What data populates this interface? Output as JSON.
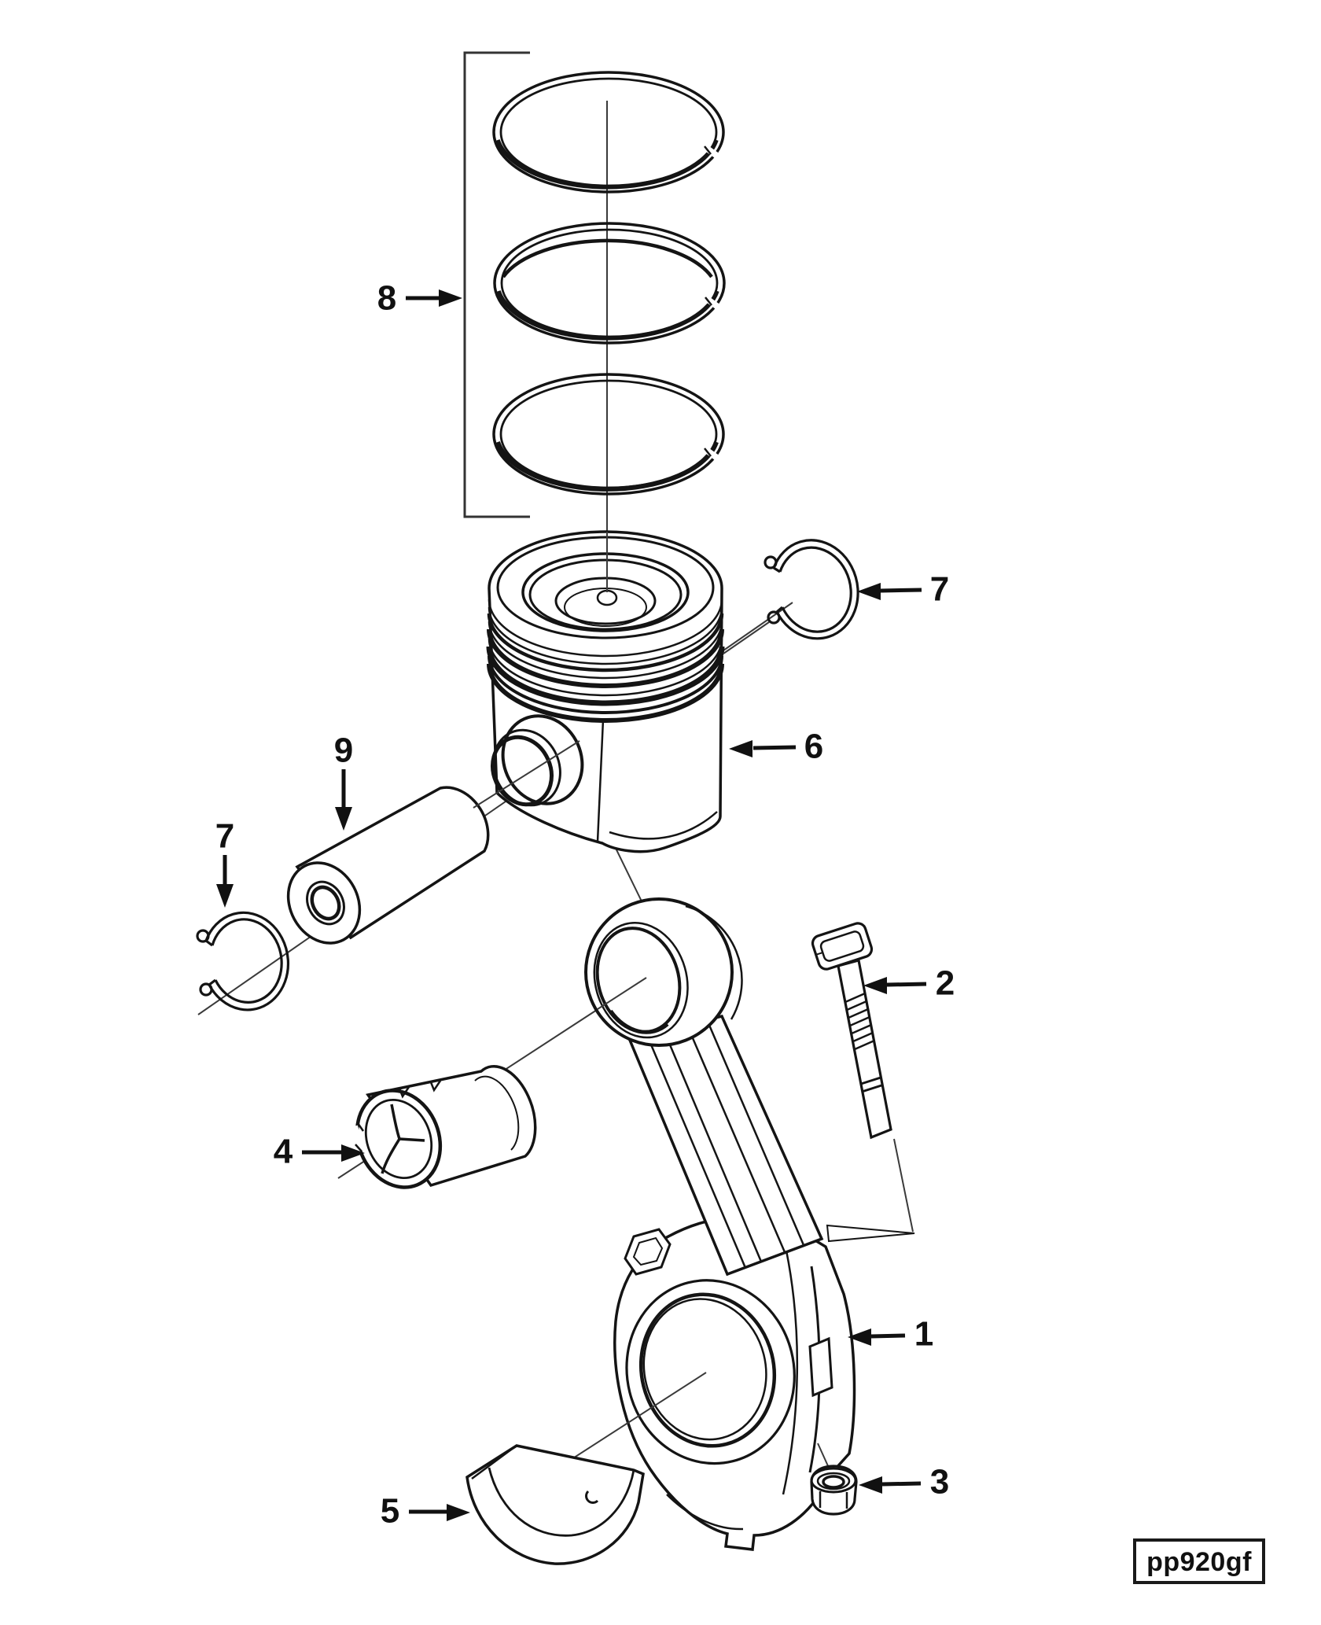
{
  "figure": {
    "code_label": "pp920gf",
    "colors": {
      "ink": "#141414",
      "thin_line": "#3a3a3a",
      "background": "#ffffff"
    }
  },
  "callouts": {
    "c1": {
      "label": "1"
    },
    "c2": {
      "label": "2"
    },
    "c3": {
      "label": "3"
    },
    "c4": {
      "label": "4"
    },
    "c5": {
      "label": "5"
    },
    "c6": {
      "label": "6"
    },
    "c7_left": {
      "label": "7"
    },
    "c7_right": {
      "label": "7"
    },
    "c8": {
      "label": "8"
    },
    "c9": {
      "label": "9"
    }
  }
}
